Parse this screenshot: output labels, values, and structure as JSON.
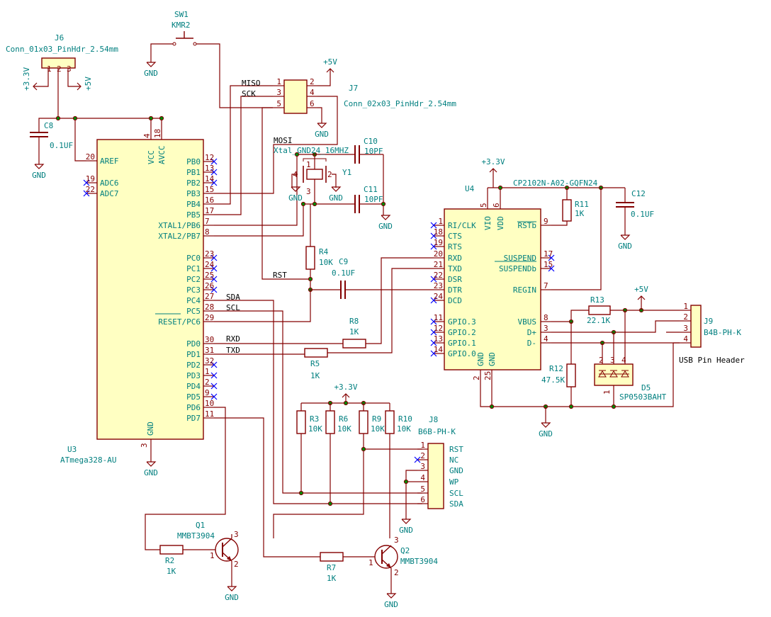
{
  "components": {
    "u3": {
      "ref": "U3",
      "value": "ATmega328-AU",
      "left_pins": [
        {
          "num": "20",
          "name": "AREF"
        },
        {
          "num": "19",
          "name": "ADC6"
        },
        {
          "num": "22",
          "name": "ADC7"
        }
      ],
      "right_pins": [
        {
          "num": "12",
          "name": "PB0"
        },
        {
          "num": "13",
          "name": "PB1"
        },
        {
          "num": "14",
          "name": "PB2"
        },
        {
          "num": "15",
          "name": "PB3"
        },
        {
          "num": "16",
          "name": "PB4"
        },
        {
          "num": "17",
          "name": "PB5"
        },
        {
          "num": "7",
          "name": "XTAL1/PB6"
        },
        {
          "num": "8",
          "name": "XTAL2/PB7"
        },
        {
          "num": "23",
          "name": "PC0"
        },
        {
          "num": "24",
          "name": "PC1"
        },
        {
          "num": "25",
          "name": "PC2"
        },
        {
          "num": "26",
          "name": "PC3"
        },
        {
          "num": "27",
          "name": "PC4"
        },
        {
          "num": "28",
          "name": "PC5"
        },
        {
          "num": "29",
          "name": "RESET/PC6"
        },
        {
          "num": "30",
          "name": "PD0"
        },
        {
          "num": "31",
          "name": "PD1"
        },
        {
          "num": "32",
          "name": "PD2"
        },
        {
          "num": "1",
          "name": "PD3"
        },
        {
          "num": "2",
          "name": "PD4"
        },
        {
          "num": "9",
          "name": "PD5"
        },
        {
          "num": "10",
          "name": "PD6"
        },
        {
          "num": "11",
          "name": "PD7"
        }
      ],
      "top_pins": [
        {
          "num": "4",
          "name": "VCC"
        },
        {
          "num": "18",
          "name": "AVCC"
        }
      ],
      "bottom_pins": [
        {
          "num": "3",
          "name": "GND"
        }
      ]
    },
    "u4": {
      "ref": "U4",
      "value": "CP2102N-A02-GQFN24",
      "left_pins": [
        {
          "num": "1",
          "name": "RI/CLK"
        },
        {
          "num": "18",
          "name": "CTS"
        },
        {
          "num": "19",
          "name": "RTS"
        },
        {
          "num": "20",
          "name": "RXD"
        },
        {
          "num": "21",
          "name": "TXD"
        },
        {
          "num": "22",
          "name": "DSR"
        },
        {
          "num": "23",
          "name": "DTR"
        },
        {
          "num": "24",
          "name": "DCD"
        },
        {
          "num": "11",
          "name": "GPIO.3"
        },
        {
          "num": "12",
          "name": "GPIO.2"
        },
        {
          "num": "13",
          "name": "GPIO.1"
        },
        {
          "num": "14",
          "name": "GPIO.0"
        }
      ],
      "right_pins": [
        {
          "num": "9",
          "name": "RSTb"
        },
        {
          "num": "17",
          "name": "SUSPEND"
        },
        {
          "num": "15",
          "name": "SUSPENDb"
        },
        {
          "num": "7",
          "name": "REGIN"
        },
        {
          "num": "8",
          "name": "VBUS"
        },
        {
          "num": "3",
          "name": "D+"
        },
        {
          "num": "4",
          "name": "D-"
        }
      ],
      "top_pins": [
        {
          "num": "5",
          "name": "VIO"
        },
        {
          "num": "6",
          "name": "VDD"
        }
      ],
      "bottom_pins": [
        {
          "num": "2",
          "name": "GND"
        },
        {
          "num": "25",
          "name": "GND"
        }
      ]
    },
    "j6": {
      "ref": "J6",
      "value": "Conn_01x03_PinHdr_2.54mm",
      "pins": [
        "1",
        "2",
        "3"
      ]
    },
    "j7": {
      "ref": "J7",
      "value": "Conn_02x03_PinHdr_2.54mm",
      "pins_left": [
        "1",
        "3",
        "5"
      ],
      "pins_right": [
        "2",
        "4",
        "6"
      ],
      "labels": [
        "MISO",
        "SCK"
      ]
    },
    "j8": {
      "ref": "J8",
      "value": "B6B-PH-K",
      "pins": [
        "1",
        "2",
        "3",
        "4",
        "5",
        "6"
      ],
      "names": [
        "RST",
        "NC",
        "GND",
        "WP",
        "SCL",
        "SDA"
      ]
    },
    "j9": {
      "ref": "J9",
      "value": "B4B-PH-K",
      "pins": [
        "1",
        "2",
        "3",
        "4"
      ],
      "description": "USB Pin Header"
    },
    "sw1": {
      "ref": "SW1",
      "value": "KMR2"
    },
    "y1": {
      "ref": "Y1",
      "value": "Xtal_GND24_16MHZ",
      "pins": [
        "1",
        "2",
        "3",
        "4"
      ]
    },
    "d5": {
      "ref": "D5",
      "value": "SP0503BAHT",
      "pins": [
        "1",
        "2",
        "3",
        "4"
      ]
    },
    "q1": {
      "ref": "Q1",
      "value": "MMBT3904",
      "pins": [
        "1",
        "2",
        "3"
      ]
    },
    "q2": {
      "ref": "Q2",
      "value": "MMBT3904",
      "pins": [
        "1",
        "2",
        "3"
      ]
    },
    "c8": {
      "ref": "C8",
      "value": "0.1UF"
    },
    "c9": {
      "ref": "C9",
      "value": "0.1UF"
    },
    "c10": {
      "ref": "C10",
      "value": "10PF"
    },
    "c11": {
      "ref": "C11",
      "value": "10PF"
    },
    "c12": {
      "ref": "C12",
      "value": "0.1UF"
    },
    "r2": {
      "ref": "R2",
      "value": "1K"
    },
    "r3": {
      "ref": "R3",
      "value": "10K"
    },
    "r4": {
      "ref": "R4",
      "value": "10K"
    },
    "r5": {
      "ref": "R5",
      "value": "1K"
    },
    "r6": {
      "ref": "R6",
      "value": "10K"
    },
    "r7": {
      "ref": "R7",
      "value": "1K"
    },
    "r8": {
      "ref": "R8",
      "value": "1K"
    },
    "r9": {
      "ref": "R9",
      "value": "10K"
    },
    "r10": {
      "ref": "R10",
      "value": "10K"
    },
    "r11": {
      "ref": "R11",
      "value": "1K"
    },
    "r12": {
      "ref": "R12",
      "value": "47.5K"
    },
    "r13": {
      "ref": "R13",
      "value": "22.1K"
    }
  },
  "net_labels": {
    "miso": "MISO",
    "sck": "SCK",
    "mosi": "MOSI",
    "rst": "RST",
    "sda": "SDA",
    "scl": "SCL",
    "rxd": "RXD",
    "txd": "TXD"
  },
  "power": {
    "gnd": "GND",
    "p5v": "+5V",
    "p3v3": "+3.3V"
  },
  "colors": {
    "wire": "#840000",
    "symbol_outline": "#840000",
    "symbol_fill": "#ffffc2",
    "text": "#007f7f",
    "net_label": "#000000",
    "no_connect": "#0000ff",
    "junction": "#008400"
  }
}
